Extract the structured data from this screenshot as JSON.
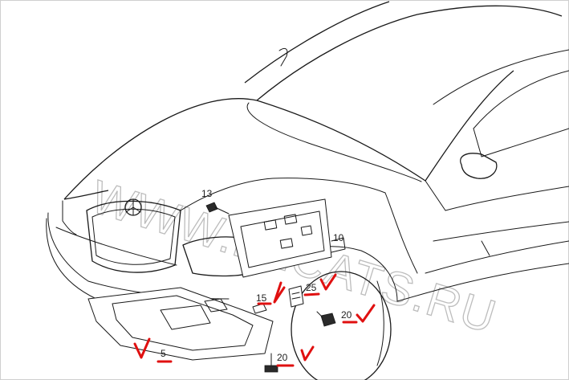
{
  "watermark": "WWW.ELCATS.RU",
  "callouts": [
    {
      "id": "13",
      "label": "13"
    },
    {
      "id": "10",
      "label": "10"
    },
    {
      "id": "15",
      "label": "15"
    },
    {
      "id": "25",
      "label": "25"
    },
    {
      "id": "20a",
      "label": "20"
    },
    {
      "id": "20b",
      "label": "20"
    },
    {
      "id": "5",
      "label": "5"
    }
  ],
  "colors": {
    "line": "#1a1a1a",
    "mark": "#e01010",
    "watermark": "#bdbdbd"
  }
}
